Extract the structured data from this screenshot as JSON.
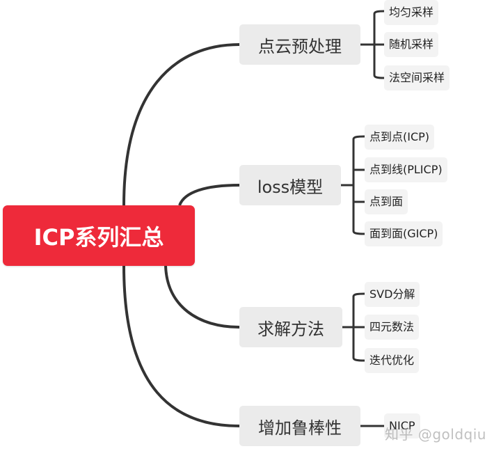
{
  "root": {
    "label": "ICP系列汇总"
  },
  "branches": [
    {
      "label": "点云预处理",
      "children": [
        "均匀采样",
        "随机采样",
        "法空间采样"
      ]
    },
    {
      "label": "loss模型",
      "children": [
        "点到点(ICP)",
        "点到线(PLICP)",
        "点到面",
        "面到面(GICP)"
      ]
    },
    {
      "label": "求解方法",
      "children": [
        "SVD分解",
        "四元数法",
        "迭代优化"
      ]
    },
    {
      "label": "增加鲁棒性",
      "children": [
        "NICP"
      ]
    }
  ],
  "watermark": "知乎 @goldqiu",
  "colors": {
    "root_bg": "#ee2a3a",
    "branch_bg": "#ebebeb",
    "leaf_bg": "#f3f3f3",
    "connector": "#333333"
  }
}
